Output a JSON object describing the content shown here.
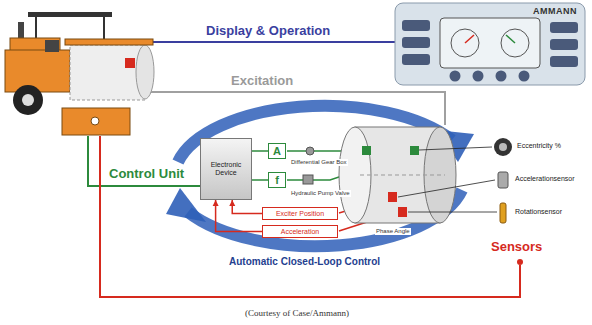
{
  "diagram": {
    "caption": "(Courtesy of Case/Ammann)",
    "nodes": [
      {
        "text": [
          "AMMANN"
        ]
      },
      {
        "text": [
          "Electronic Device"
        ]
      },
      {
        "text": [
          "A"
        ]
      },
      {
        "text": [
          "f"
        ]
      },
      {
        "text": [
          "Exciter Position"
        ]
      },
      {
        "text": [
          "Acceleration"
        ]
      }
    ],
    "edges": [
      {
        "from": 1,
        "to": 2,
        "arrow": "none"
      },
      {
        "from": 1,
        "to": 3,
        "arrow": "none"
      },
      {
        "from": 4,
        "to": 1,
        "arrow": "to"
      },
      {
        "from": 5,
        "to": 1,
        "arrow": "to"
      }
    ],
    "labels": [
      "Display & Operation",
      "Excitation",
      "Control Unit",
      "Sensors",
      "Automatic Closed-Loop Control",
      "Differential Gear Box",
      "Hydraulic Pump Valve",
      "Phase Angle",
      "Eccentricity %",
      "Accelerationsensor",
      "Rotationsensor"
    ]
  }
}
